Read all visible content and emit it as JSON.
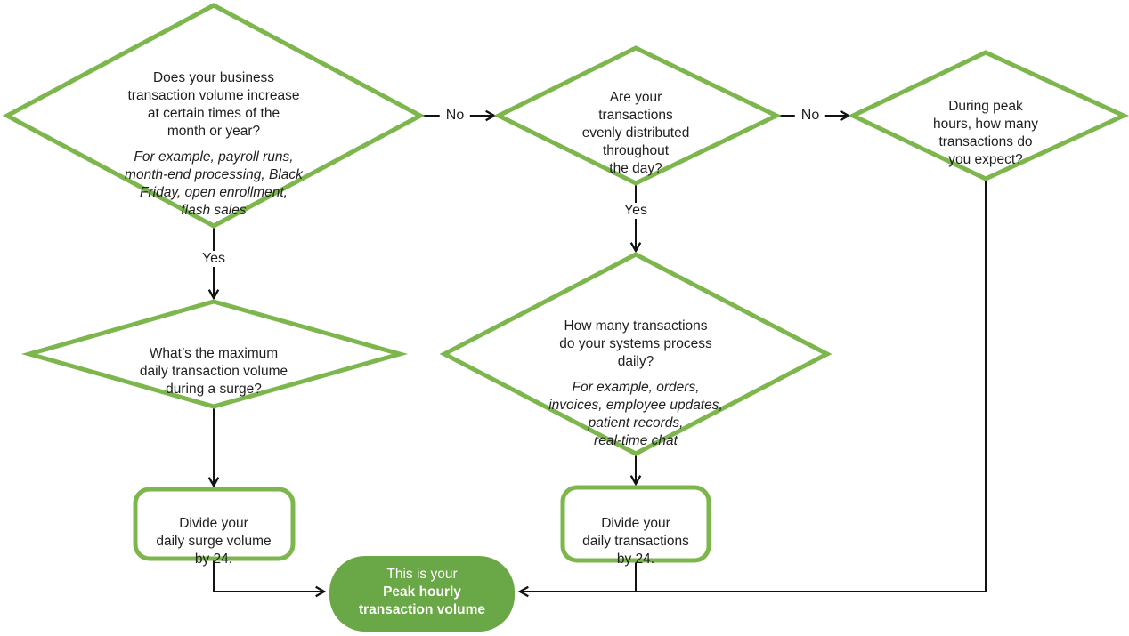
{
  "colors": {
    "green-stroke": "#7CB64C",
    "green-fill": "#6AA746",
    "line": "#121212",
    "text": "#1F1F1F"
  },
  "nodes": {
    "peak_times": {
      "question": "Does your business\ntransaction volume increase\nat certain times of the\nmonth or year?",
      "example": "For example, payroll runs,\nmonth-end processing, Black\nFriday, open enrollment,\nflash sales"
    },
    "evenly_distributed": {
      "question": "Are your\ntransactions\nevenly distributed\nthroughout\nthe day?"
    },
    "peak_hours": {
      "question": "During peak\nhours, how many\ntransactions do\nyou expect?"
    },
    "max_surge": {
      "question": "What’s the maximum\ndaily transaction volume\nduring a surge?"
    },
    "daily_volume": {
      "question": "How many transactions\ndo your systems process\ndaily?",
      "example": "For example, orders,\ninvoices, employee updates,\npatient records,\nreal-time chat"
    },
    "divide_surge": {
      "label": "Divide your\ndaily surge volume\nby 24."
    },
    "divide_daily": {
      "label": "Divide your\ndaily transactions\nby 24."
    },
    "result": {
      "intro": "This is your",
      "label": "Peak hourly\ntransaction volume"
    }
  },
  "edge_labels": {
    "no_1": "No",
    "no_2": "No",
    "yes_1": "Yes",
    "yes_2": "Yes"
  }
}
